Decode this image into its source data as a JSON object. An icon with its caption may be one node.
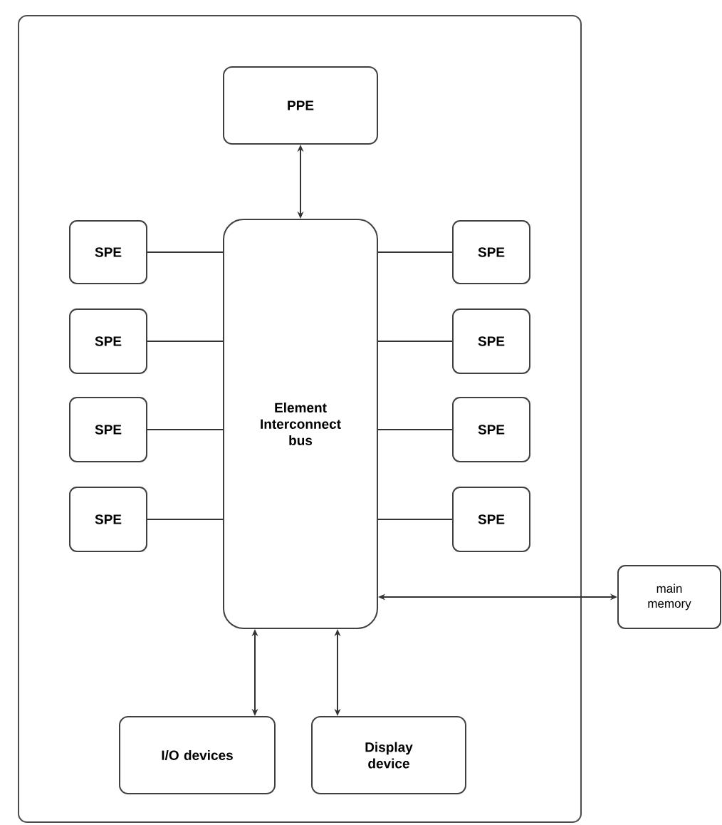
{
  "diagram": {
    "nodes": [
      {
        "text": [],
        "shape": "box"
      },
      {
        "text": [
          "PPE"
        ],
        "in": 0
      },
      {
        "text": [
          "Element Interconnect bus"
        ],
        "in": 0
      },
      {
        "text": [
          "SPE"
        ],
        "in": 0
      },
      {
        "text": [
          "SPE"
        ],
        "in": 0
      },
      {
        "text": [
          "SPE"
        ],
        "in": 0
      },
      {
        "text": [
          "SPE"
        ],
        "in": 0
      },
      {
        "text": [
          "SPE"
        ],
        "in": 0
      },
      {
        "text": [
          "SPE"
        ],
        "in": 0
      },
      {
        "text": [
          "SPE"
        ],
        "in": 0
      },
      {
        "text": [
          "SPE"
        ],
        "in": 0
      },
      {
        "text": [
          "main memory"
        ]
      },
      {
        "text": [
          "I/O devices"
        ],
        "in": 0
      },
      {
        "text": [
          "Display device"
        ],
        "in": 0
      }
    ],
    "edges": [
      {
        "from": 1,
        "to": 2,
        "arrow": "both"
      },
      {
        "from": 3,
        "to": 2,
        "arrow": "none"
      },
      {
        "from": 4,
        "to": 2,
        "arrow": "none"
      },
      {
        "from": 5,
        "to": 2,
        "arrow": "none"
      },
      {
        "from": 6,
        "to": 2,
        "arrow": "none"
      },
      {
        "from": 2,
        "to": 7,
        "arrow": "none"
      },
      {
        "from": 2,
        "to": 8,
        "arrow": "none"
      },
      {
        "from": 2,
        "to": 9,
        "arrow": "none"
      },
      {
        "from": 2,
        "to": 10,
        "arrow": "none"
      },
      {
        "from": 2,
        "to": 11,
        "arrow": "both"
      },
      {
        "from": 2,
        "to": 12,
        "arrow": "both"
      },
      {
        "from": 2,
        "to": 13,
        "arrow": "both"
      }
    ]
  }
}
